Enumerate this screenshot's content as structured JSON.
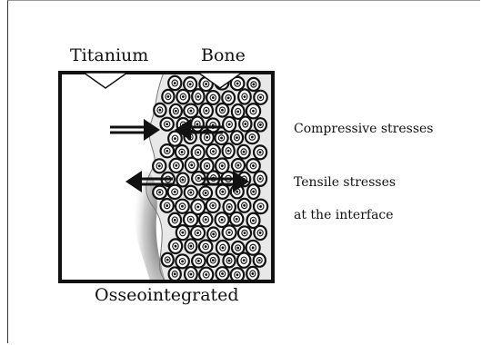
{
  "diagram": {
    "top_labels": {
      "left": "Titanium",
      "right": "Bone"
    },
    "bottom_label": "Osseointegrated",
    "annotations": {
      "compressive": "Compressive stresses",
      "tensile_line1": "Tensile stresses",
      "tensile_line2": "at the interface"
    }
  }
}
